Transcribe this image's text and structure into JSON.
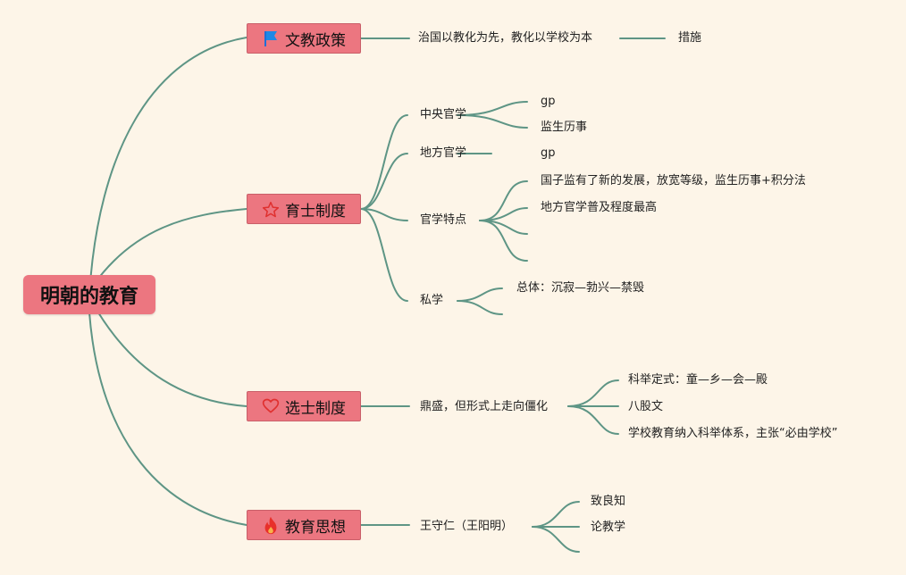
{
  "root": {
    "label": "明朝的教育"
  },
  "branches": [
    {
      "label": "文教政策",
      "icon": "blue-flag-icon",
      "children": [
        {
          "label": "治国以教化为先，教化以学校为本",
          "children": [
            {
              "label": "措施"
            }
          ]
        }
      ]
    },
    {
      "label": "育士制度",
      "icon": "red-star-icon",
      "children": [
        {
          "label": "中央官学",
          "children": [
            {
              "label": "gp"
            },
            {
              "label": "监生历事"
            }
          ]
        },
        {
          "label": "地方官学",
          "children": [
            {
              "label": "gp"
            }
          ]
        },
        {
          "label": "官学特点",
          "children": [
            {
              "label": "国子监有了新的发展，放宽等级，监生历事+积分法"
            },
            {
              "label": "地方官学普及程度最高"
            },
            {
              "label": ""
            },
            {
              "label": ""
            }
          ]
        },
        {
          "label": "私学",
          "children": [
            {
              "label": "总体：沉寂—勃兴—禁毁"
            },
            {
              "label": ""
            }
          ]
        }
      ]
    },
    {
      "label": "选士制度",
      "icon": "heart-icon",
      "children": [
        {
          "label": "鼎盛，但形式上走向僵化",
          "children": [
            {
              "label": "科举定式：童—乡—会—殿"
            },
            {
              "label": "八股文"
            },
            {
              "label": "学校教育纳入科举体系，主张“必由学校”"
            }
          ]
        }
      ]
    },
    {
      "label": "教育思想",
      "icon": "fire-icon",
      "children": [
        {
          "label": "王守仁（王阳明）",
          "children": [
            {
              "label": "致良知"
            },
            {
              "label": "论教学"
            },
            {
              "label": ""
            }
          ]
        }
      ]
    }
  ],
  "colors": {
    "background": "#fdf5e8",
    "node": "#ec7680",
    "line": "#5e9585"
  }
}
